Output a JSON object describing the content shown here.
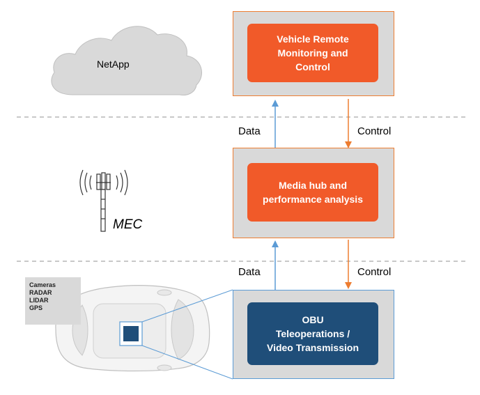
{
  "cloud": {
    "label": "NetApp"
  },
  "mec": {
    "label": "MEC",
    "icon": "antenna-icon"
  },
  "car": {
    "icon": "car-icon",
    "sensors": [
      "Cameras",
      "RADAR",
      "LIDAR",
      "GPS"
    ]
  },
  "boxes": {
    "top": {
      "lines": [
        "Vehicle Remote",
        "Monitoring and",
        "Control"
      ]
    },
    "middle": {
      "lines": [
        "Media hub and",
        "performance analysis"
      ]
    },
    "bottom": {
      "lines": [
        "OBU",
        "Teleoperations /",
        "Video Transmission"
      ]
    }
  },
  "arrows": {
    "upper_left_label": "Data",
    "upper_right_label": "Control",
    "lower_left_label": "Data",
    "lower_right_label": "Control"
  },
  "colors": {
    "orange": "#f15a29",
    "orange_border": "#ed7d31",
    "navy": "#1f4e79",
    "blue_border": "#5b9bd5",
    "panel_gray": "#d9d9d9",
    "arrow_blue": "#5b9bd5",
    "arrow_orange": "#ed7d31"
  }
}
